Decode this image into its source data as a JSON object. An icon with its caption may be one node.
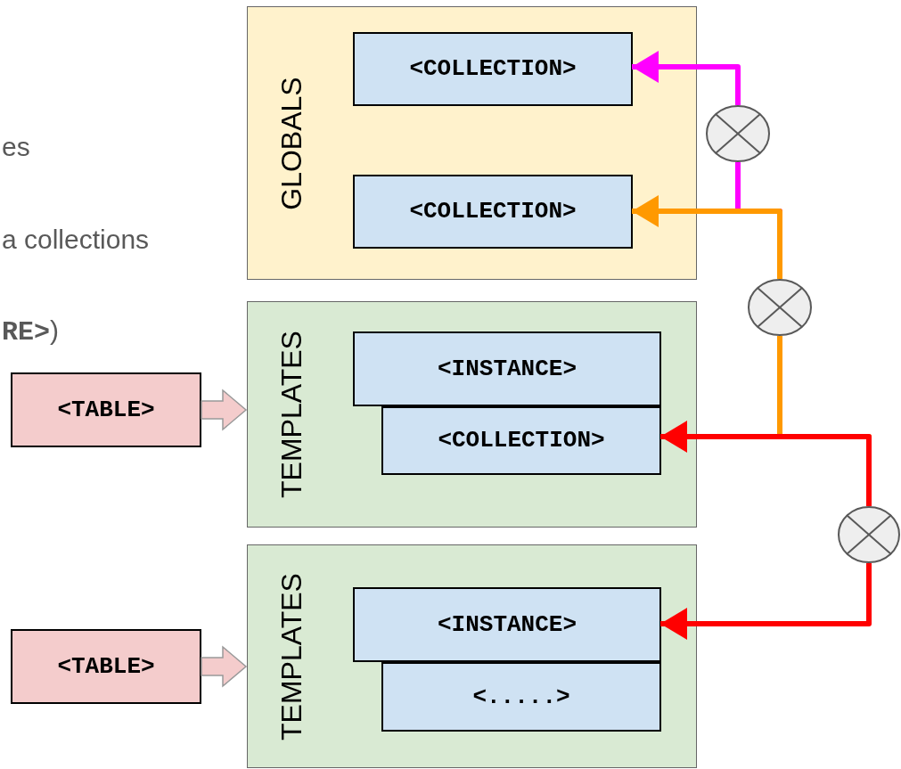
{
  "diagram": {
    "nodes": [
      {
        "text": [
          "GLOBALS"
        ]
      },
      {
        "text": [
          "<COLLECTION>"
        ],
        "in": 0
      },
      {
        "text": [
          "<COLLECTION>"
        ],
        "in": 0
      },
      {
        "text": [
          "TEMPLATES"
        ]
      },
      {
        "text": [
          "<INSTANCE>"
        ],
        "in": 3
      },
      {
        "text": [
          "<COLLECTION>"
        ],
        "in": 3
      },
      {
        "text": [
          "TEMPLATES"
        ]
      },
      {
        "text": [
          "<INSTANCE>"
        ],
        "in": 6
      },
      {
        "text": [
          "<.....>"
        ],
        "in": 6
      },
      {
        "text": [
          "<TABLE>"
        ]
      },
      {
        "text": [
          "<TABLE>"
        ]
      },
      {
        "text": [],
        "shape": "circle"
      },
      {
        "text": [],
        "shape": "circle"
      },
      {
        "text": [],
        "shape": "circle"
      }
    ],
    "edges": [
      {
        "from": 11,
        "to": 1,
        "arrow": "to",
        "color": "#ff00ff"
      },
      {
        "from": 12,
        "to": 11,
        "arrow": "none",
        "color": "#ff00ff"
      },
      {
        "from": 12,
        "to": 2,
        "arrow": "to",
        "color": "#ff9900"
      },
      {
        "from": 13,
        "to": 12,
        "arrow": "none",
        "color": "#ff9900"
      },
      {
        "from": 13,
        "to": 5,
        "arrow": "to",
        "color": "#ff0000"
      },
      {
        "from": 13,
        "to": 7,
        "arrow": "to",
        "color": "#ff0000"
      },
      {
        "from": 9,
        "to": 3,
        "arrow": "to",
        "style": "thick",
        "color": "#f4cccc"
      },
      {
        "from": 10,
        "to": 6,
        "arrow": "to",
        "style": "thick",
        "color": "#f4cccc"
      }
    ],
    "labels": [
      "es",
      "a collections",
      "**RE>**)"
    ]
  }
}
